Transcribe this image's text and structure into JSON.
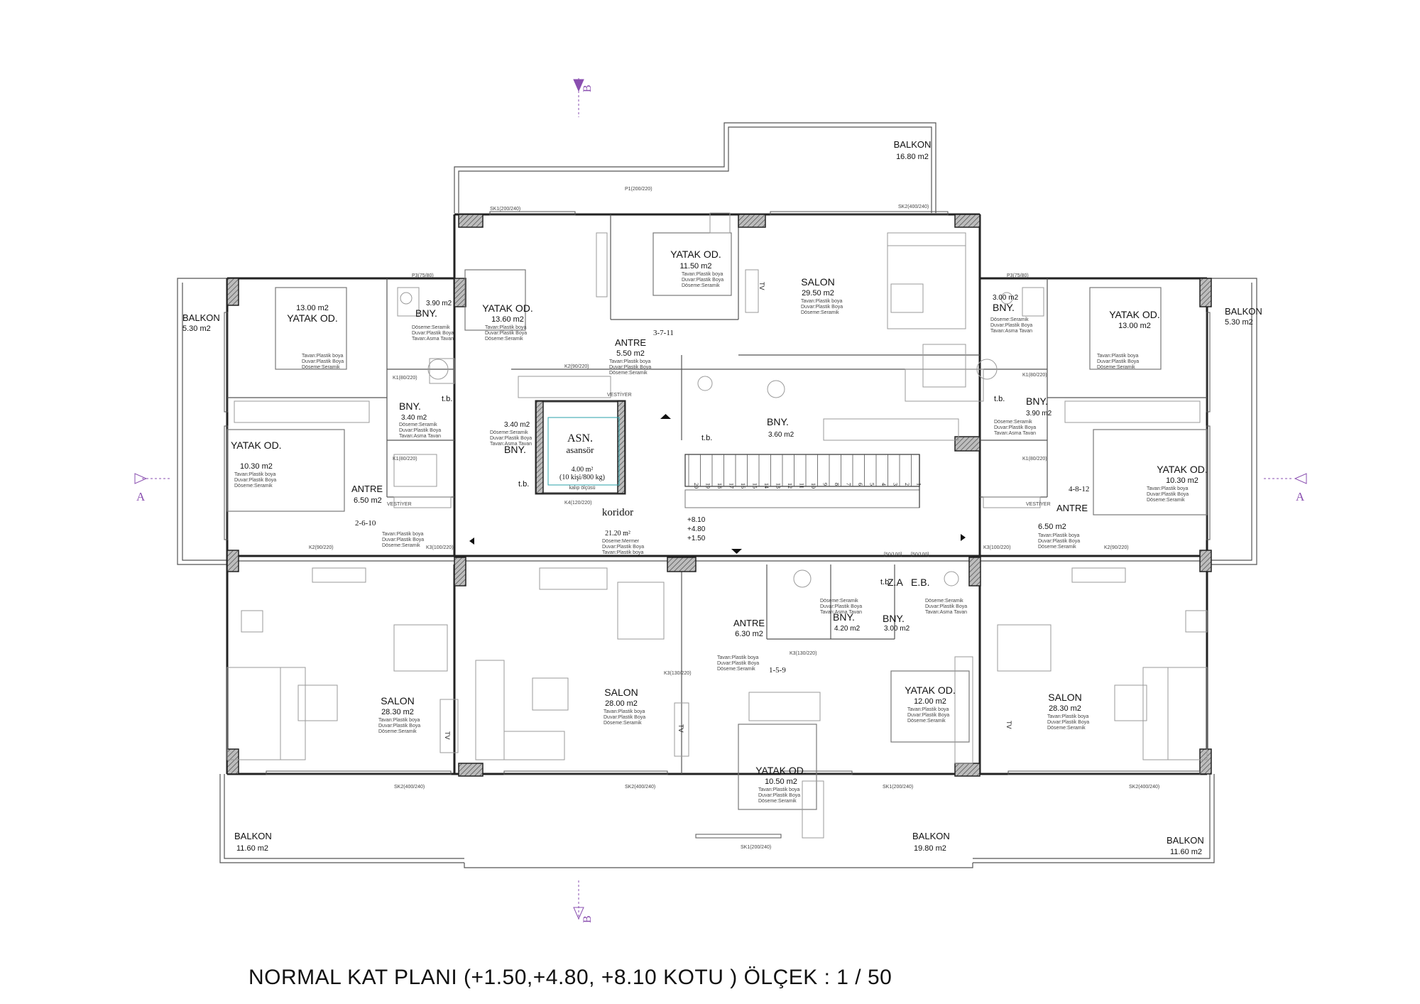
{
  "title": "NORMAL KAT  PLANI (+1.50,+4.80, +8.10 KOTU )  ÖLÇEK : 1 / 50",
  "section_marks": {
    "a": "A",
    "b": "B"
  },
  "finish_tvd": [
    "Tavan:Plastik boya",
    "Duvar:Plastik Boya",
    "Döseme:Seramik"
  ],
  "finish_wet": [
    "Döseme:Seramik",
    "Duvar:Plastik Boya",
    "Tavan:Asma Tavan"
  ],
  "finish_koridor": [
    "Döseme:Mermer",
    "Duvar:Plastik Boya",
    "Tavan:Plastik boya"
  ],
  "rooms": {
    "balkon_top": {
      "name": "BALKON",
      "area": "16.80 m2"
    },
    "yatak_top": {
      "name": "YATAK OD.",
      "area": "11.50 m2"
    },
    "salon_top": {
      "name": "SALON",
      "area": "29.50 m2"
    },
    "yatak_tl": {
      "name": "YATAK OD.",
      "area": "13.60 m2"
    },
    "balkon_l": {
      "name": "BALKON",
      "area": "5.30 m2"
    },
    "yatak_l1": {
      "name": "YATAK OD.",
      "area": "13.00 m2"
    },
    "bny_l1": {
      "name": "BNY.",
      "area": "3.90 m2"
    },
    "bny_l2": {
      "name": "BNY.",
      "area": "3.40 m2"
    },
    "yatak_l2": {
      "name": "YATAK OD.",
      "area": "10.30 m2"
    },
    "antre_l": {
      "name": "ANTRE",
      "area": "6.50 m2"
    },
    "antre_c": {
      "name": "ANTRE",
      "area": "5.50 m2"
    },
    "bny_c": {
      "name": "BNY.",
      "area": "3.40 m2"
    },
    "asn": {
      "name": "ASN.",
      "sub": "asansör",
      "area": "4.00 m²",
      "cap": "(10 kişi/800 kg)",
      "note": "kalıp ölçüsü"
    },
    "koridor": {
      "name": "koridor",
      "area": "21.20 m²"
    },
    "bny_s": {
      "name": "BNY.",
      "area": "3.60 m2"
    },
    "balkon_r": {
      "name": "BALKON",
      "area": "5.30 m2"
    },
    "yatak_r1": {
      "name": "YATAK OD.",
      "area": "13.00 m2"
    },
    "bny_r1": {
      "name": "BNY.",
      "area": "3.00 m2"
    },
    "bny_r2": {
      "name": "BNY.",
      "area": "3.90 m2"
    },
    "yatak_r2": {
      "name": "YATAK OD.",
      "area": "10.30 m2"
    },
    "antre_r": {
      "name": "ANTRE",
      "area": "6.50 m2"
    },
    "salon_bl": {
      "name": "SALON",
      "area": "28.30 m2"
    },
    "salon_bc": {
      "name": "SALON",
      "area": "28.00 m2"
    },
    "antre_b": {
      "name": "ANTRE",
      "area": "6.30 m2"
    },
    "yatak_b": {
      "name": "YATAK OD.",
      "area": "10.50 m2"
    },
    "bny_b1": {
      "name": "BNY.",
      "area": "4.20 m2"
    },
    "bny_b2": {
      "name": "BNY.",
      "area": "3.00 m2"
    },
    "yatak_br": {
      "name": "YATAK OD.",
      "area": "12.00 m2"
    },
    "salon_br": {
      "name": "SALON",
      "area": "28.30 m2"
    },
    "balkon_bl": {
      "name": "BALKON",
      "area": "11.60 m2"
    },
    "balkon_bc": {
      "name": "BALKON",
      "area": "19.80 m2"
    },
    "balkon_br": {
      "name": "BALKON",
      "area": "11.60 m2"
    }
  },
  "labels": {
    "tb": "t.b.",
    "za": "Z.A",
    "eb": "E.B.",
    "tv": "TV",
    "vestiyer": "VESTİYER",
    "flat_a": "3-7-11",
    "flat_b": "2-6-10",
    "flat_c": "4-8-12",
    "flat_d": "1-5-9",
    "lv1": "+8.10",
    "lv2": "+4.80",
    "lv3": "+1.50",
    "p1": "P1(200/220)",
    "sk1_top": "SK1(200/240)",
    "sk2_top": "SK2(400/240)",
    "sk2_b1": "SK2(400/240)",
    "sk2_b2": "SK2(400/240)",
    "sk1_b": "SK1(200/240)",
    "sk2_b3": "SK2(400/240)",
    "sk1_bot": "SK1(200/240)",
    "p3_l": "P3(75/80)",
    "p3_r": "P3(75/80)",
    "k1_a": "K1(80/220)",
    "k1_b": "K1(80/220)",
    "k1_c": "K1(80/220)",
    "k1_d": "K1(80/220)",
    "k2_a": "K2(90/220)",
    "k2_b": "K2(90/220)",
    "k2_c": "K2(90/220)",
    "k3_a": "K3(100/220)",
    "k3_b": "K3(100/220)",
    "k3_c": "K3(130/220)",
    "k4": "K4(120/220)",
    "k5a": "[50/100]",
    "k5b": "[50/100]",
    "k3_d": "K3(130/220)"
  },
  "stairs": [
    "20",
    "19",
    "18",
    "17",
    "16",
    "15",
    "14",
    "13",
    "12",
    "11",
    "10",
    "9",
    "8",
    "7",
    "6",
    "5",
    "4",
    "3",
    "2",
    "1"
  ]
}
